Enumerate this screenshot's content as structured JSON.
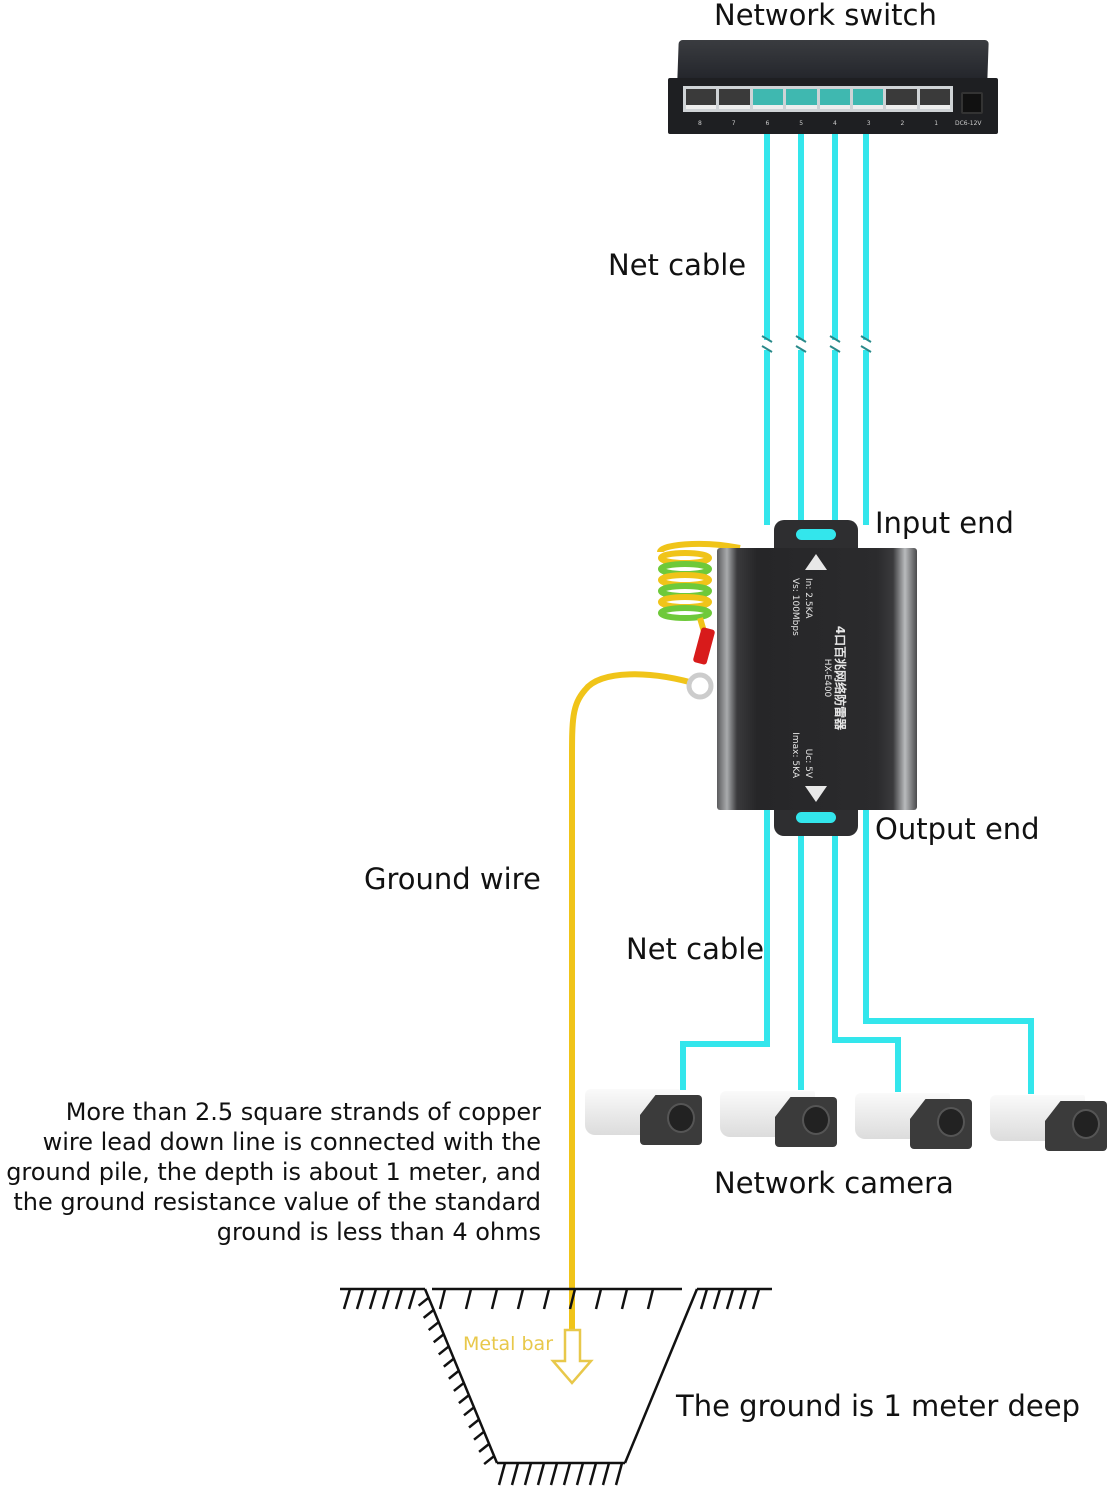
{
  "labels": {
    "network_switch": "Network switch",
    "net_cable_top": "Net cable",
    "input_end": "Input end",
    "output_end": "Output end",
    "ground_wire": "Ground wire",
    "net_cable_bottom": "Net cable",
    "network_camera": "Network camera",
    "metal_bar": "Metal bar",
    "ground_depth": "The ground is 1 meter deep"
  },
  "note": {
    "lines": [
      "More than 2.5 square strands of copper",
      "wire lead down line is connected with the",
      "ground pile, the depth is about 1 meter, and",
      "the ground resistance value of the standard",
      "ground is less than 4 ohms"
    ]
  },
  "switch": {
    "port_numbers": [
      "8",
      "7",
      "6",
      "5",
      "4",
      "3",
      "2",
      "1"
    ],
    "power_label": "DC6-12V",
    "connected_ports": [
      "6",
      "5",
      "4",
      "3"
    ]
  },
  "protector": {
    "title": "4口百兆网络防雷器",
    "model": "HX-E400",
    "spec_uc": "Uc: 5V",
    "spec_imax": "Imax: 5KA",
    "spec_in": "In: 2.5KA",
    "spec_vs": "Vs: 100Mbps"
  },
  "colors": {
    "cable": "#33e6ec",
    "ground_wire": "#f0c419",
    "metal_bar": "#e8c84a",
    "device_body": "#2b2b2d"
  },
  "cameras": {
    "count": 4
  }
}
